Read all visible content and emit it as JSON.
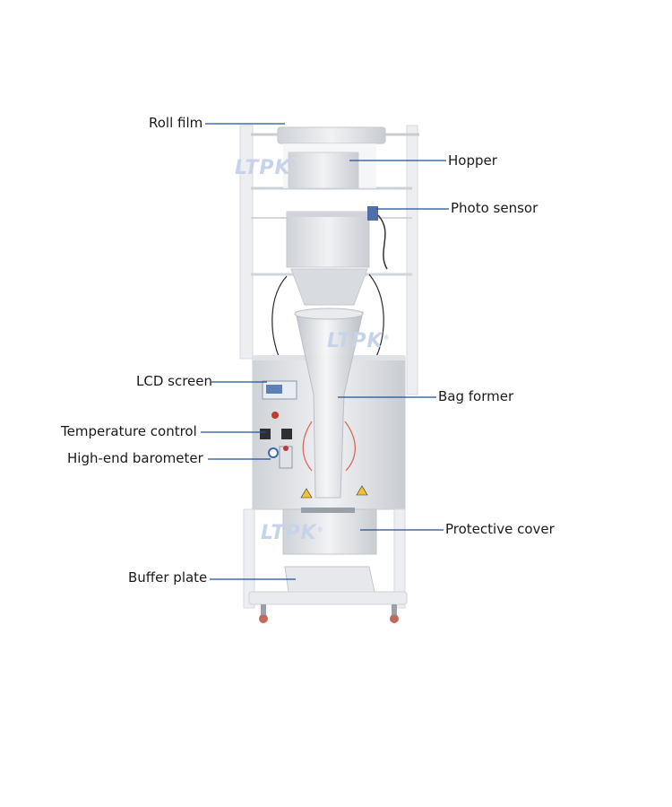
{
  "labels": {
    "roll_film": "Roll film",
    "hopper": "Hopper",
    "photo_sensor": "Photo sensor",
    "lcd_screen": "LCD screen",
    "bag_former": "Bag former",
    "temperature_control": "Temperature control",
    "barometer": "High-end barometer",
    "protective_cover": "Protective cover",
    "buffer_plate": "Buffer plate"
  },
  "watermark": {
    "text": "LTPK",
    "mark": "®"
  },
  "colors": {
    "leader_line": "#1f4f9c",
    "frame": "#e4e6ea",
    "steel": "#d9dce1",
    "caster": "#c06a5a"
  }
}
